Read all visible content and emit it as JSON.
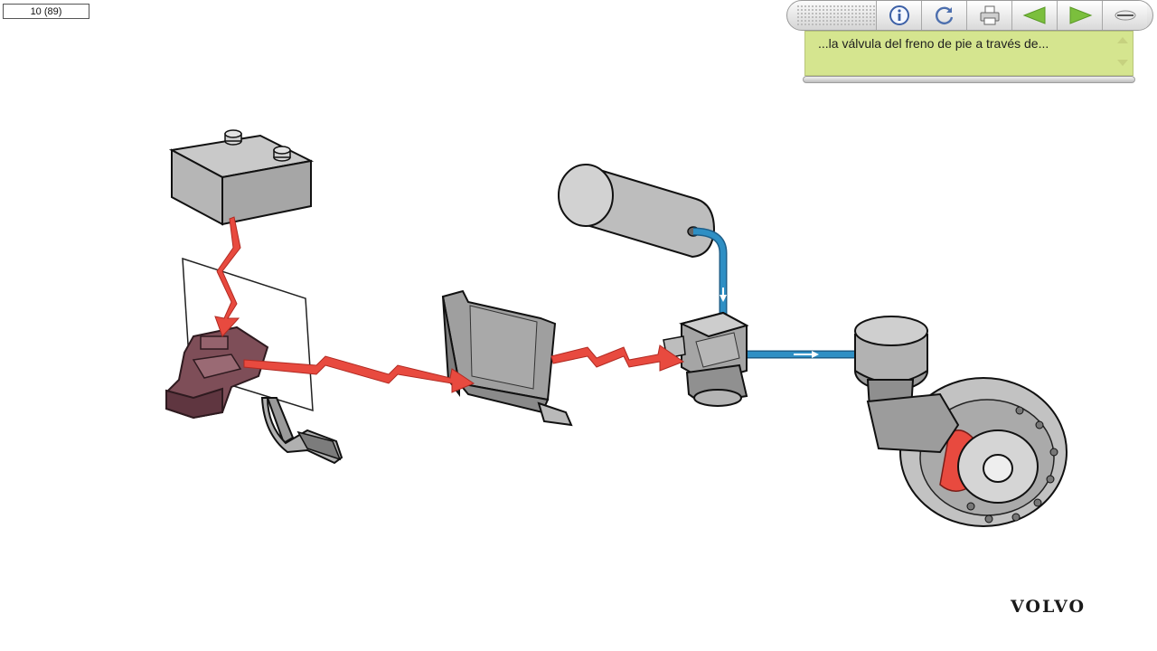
{
  "page_counter": "10 (89)",
  "toolbar": {
    "buttons": [
      {
        "name": "info-button",
        "icon": "info-icon"
      },
      {
        "name": "replay-button",
        "icon": "replay-icon"
      },
      {
        "name": "print-button",
        "icon": "printer-icon"
      },
      {
        "name": "back-button",
        "icon": "arrow-left-icon"
      },
      {
        "name": "forward-button",
        "icon": "arrow-right-icon"
      },
      {
        "name": "minimize-button",
        "icon": "minus-icon"
      }
    ]
  },
  "narration": "...la válvula del freno de pie a través de...",
  "brand": "VOLVO",
  "colors": {
    "panel": "#d5e58f",
    "signal": "#e84a3f",
    "air_line": "#2e8fc4",
    "nav_arrow": "#7bbf3d"
  }
}
